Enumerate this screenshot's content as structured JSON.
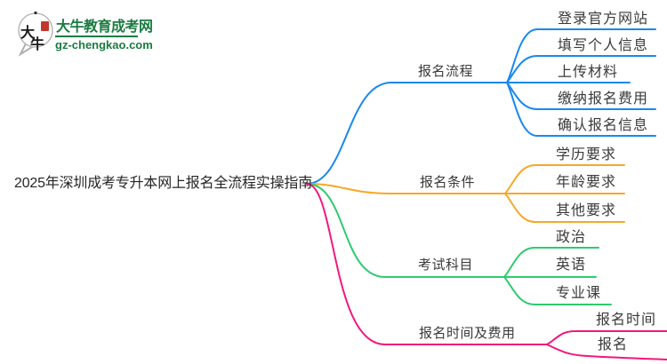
{
  "logo": {
    "brand": "大牛教育成考网",
    "domain": "gz-chengkao.com",
    "icon_chars": "大牛",
    "brand_color": "#1a7b41"
  },
  "root": {
    "label": "2025年深圳成考专升本网上报名全流程实操指南",
    "text_color": "#262626"
  },
  "branches": [
    {
      "label": "报名流程",
      "color": "#1788f0",
      "children": [
        "登录官方网站",
        "填写个人信息",
        "上传材料",
        "缴纳报名费用",
        "确认报名信息"
      ]
    },
    {
      "label": "报名条件",
      "color": "#f7a827",
      "children": [
        "学历要求",
        "年龄要求",
        "其他要求"
      ]
    },
    {
      "label": "考试科目",
      "color": "#2ecb6e",
      "children": [
        "政治",
        "英语",
        "专业课"
      ]
    },
    {
      "label": "报名时间及费用",
      "color": "#f2187e",
      "children": [
        "报名时间",
        "报名"
      ]
    }
  ]
}
